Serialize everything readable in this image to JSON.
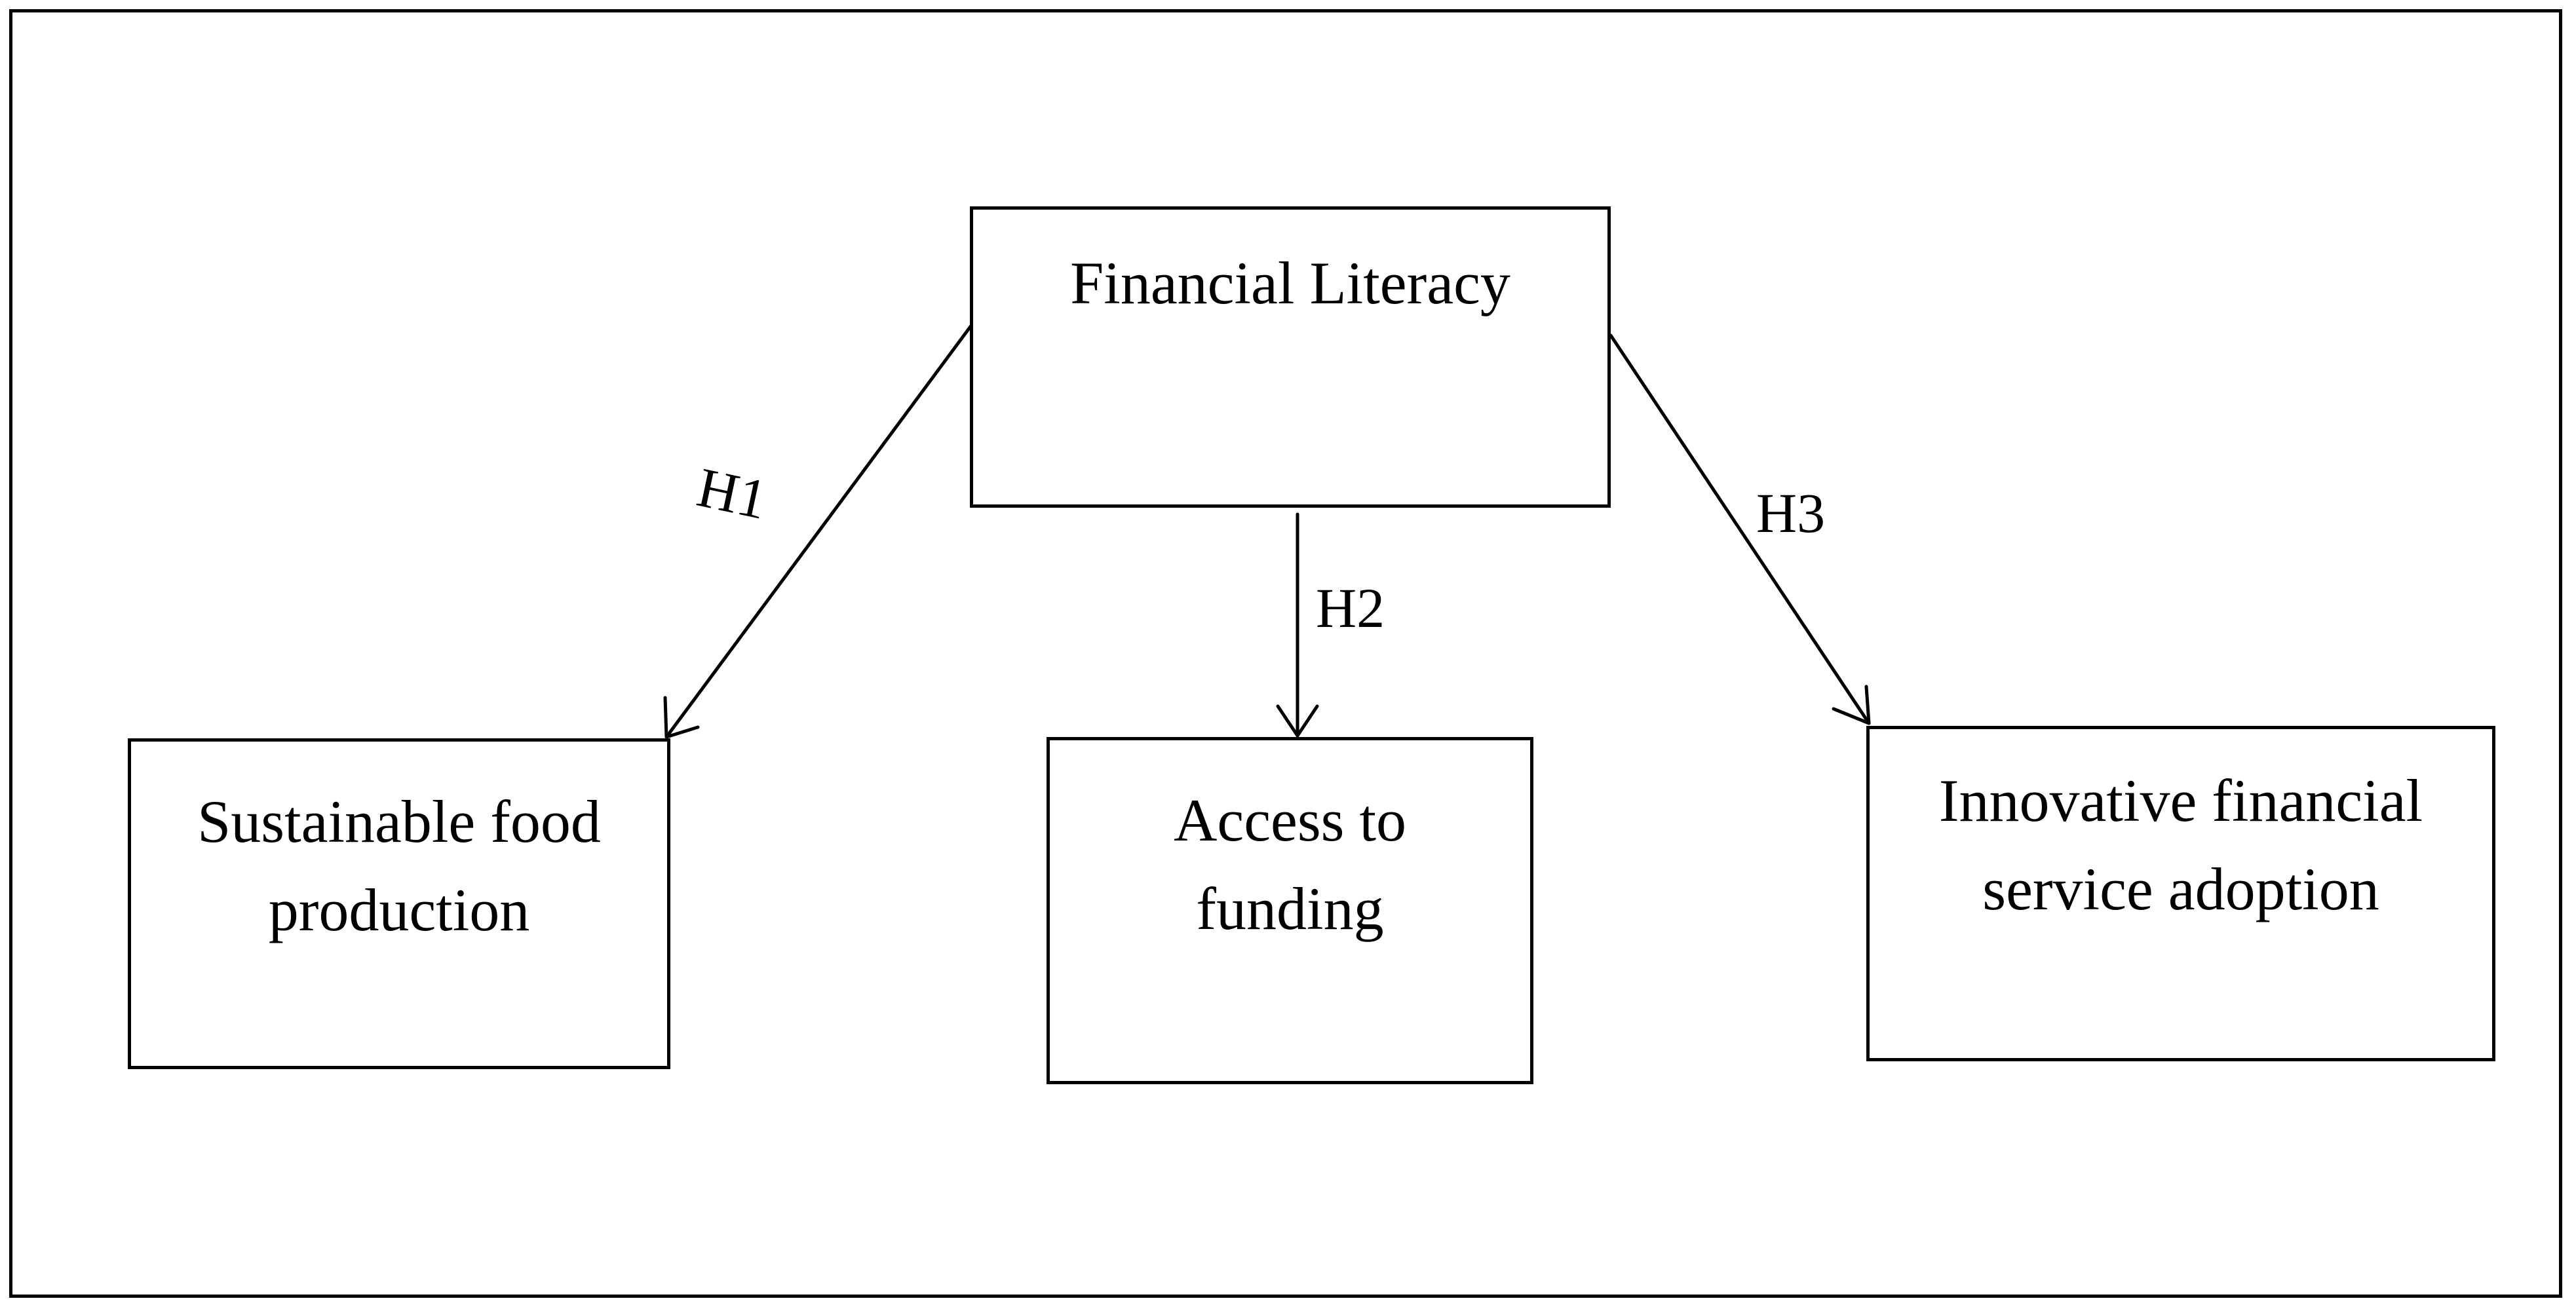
{
  "nodes": {
    "financial_literacy": "Financial Literacy",
    "sustainable_food_production": "Sustainable food\nproduction",
    "access_to_funding": "Access to\nfunding",
    "innovative_financial_service_adoption": "Innovative financial\nservice adoption"
  },
  "edges": {
    "h1": "H1",
    "h2": "H2",
    "h3": "H3"
  },
  "colors": {
    "stroke": "#000000",
    "background": "#ffffff"
  }
}
